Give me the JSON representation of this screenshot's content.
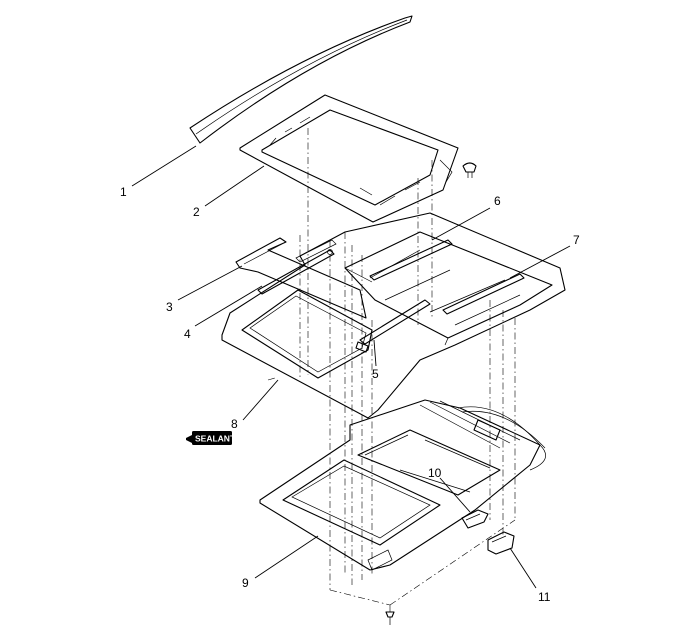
{
  "callouts": [
    {
      "number": "1"
    },
    {
      "number": "2"
    },
    {
      "number": "3"
    },
    {
      "number": "4"
    },
    {
      "number": "5"
    },
    {
      "number": "6"
    },
    {
      "number": "7"
    },
    {
      "number": "8"
    },
    {
      "number": "9"
    },
    {
      "number": "10"
    },
    {
      "number": "11"
    }
  ],
  "sealant_badge": {
    "label": "SEALANT",
    "icon": "sealant-tube-icon"
  }
}
